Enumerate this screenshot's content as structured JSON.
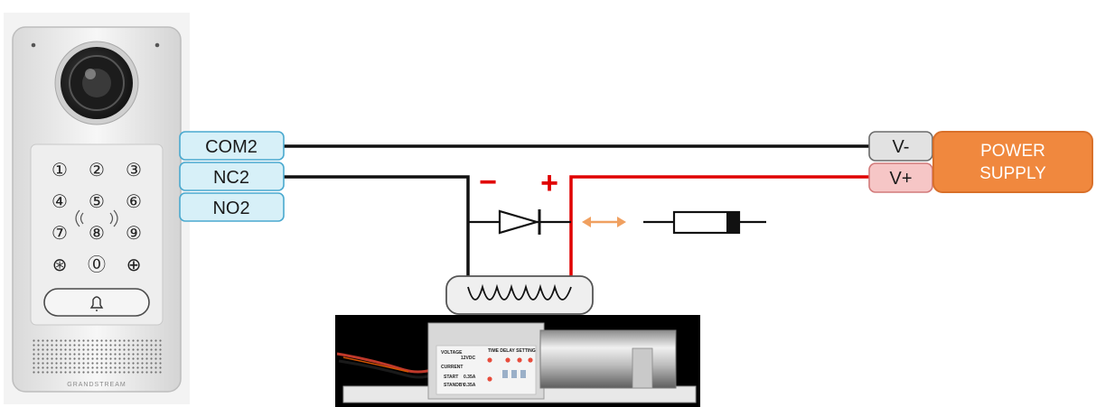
{
  "doorphone": {
    "keys": [
      "①",
      "②",
      "③",
      "④",
      "⑤",
      "⑥",
      "⑦",
      "⑧",
      "⑨",
      "⊛",
      "⓪",
      "⊕"
    ],
    "brand": "GRANDSTREAM"
  },
  "terminals": {
    "com2": "COM2",
    "nc2": "NC2",
    "no2": "NO2"
  },
  "power_supply": {
    "label_line1": "POWER",
    "label_line2": "SUPPLY",
    "v_minus": "V-",
    "v_plus": "V+"
  },
  "polarity": {
    "minus": "−",
    "plus": "+"
  },
  "lock_photo": {
    "voltage_label": "VOLTAGE",
    "voltage_value": "12VDC",
    "current_label": "CURRENT",
    "start_label": "START",
    "start_value": "0.35A",
    "standby_label": "STANDBY",
    "standby_value": "0.35A",
    "time_delay": "TIME DELAY SETTING"
  },
  "colors": {
    "terminal_fill": "#d7f0f8",
    "terminal_stroke": "#4aa9cf",
    "psu_fill": "#f0883e",
    "v_minus_fill": "#e2e2e2",
    "v_plus_fill": "#f6c6c6",
    "wire_black": "#111111",
    "wire_red": "#e00000",
    "arrow_orange": "#f0a060"
  }
}
